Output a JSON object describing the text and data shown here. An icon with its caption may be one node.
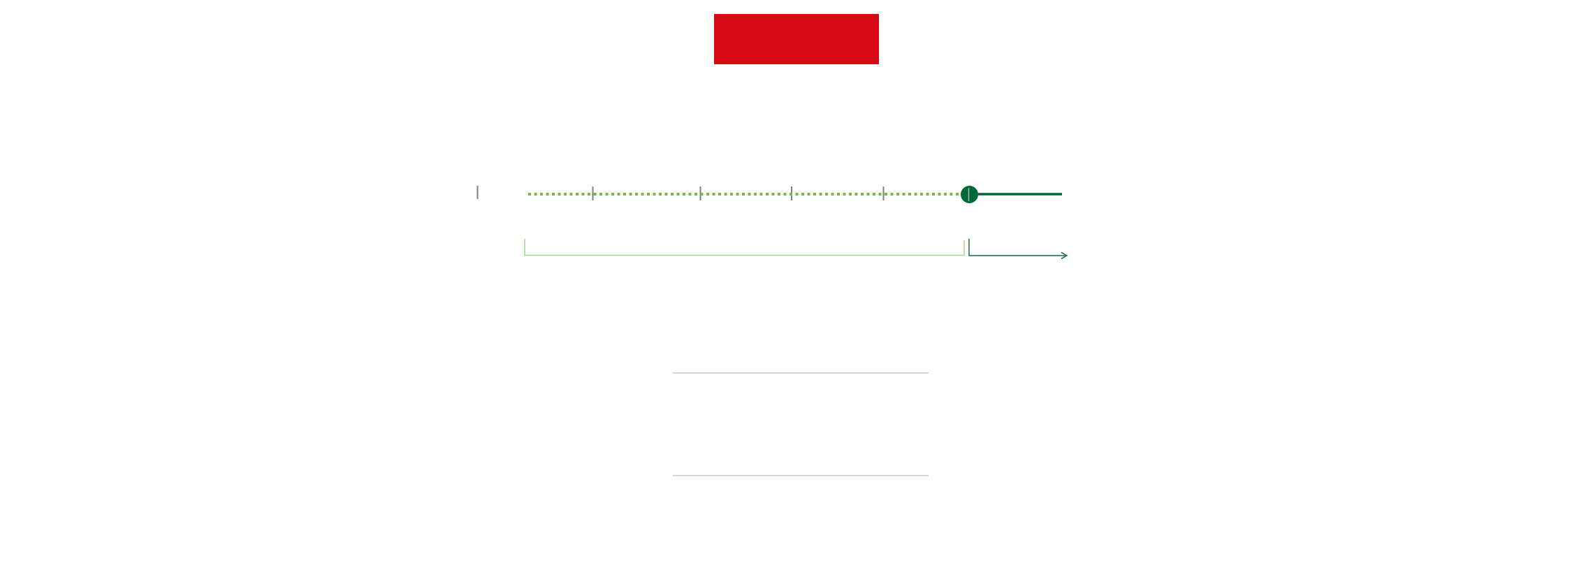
{
  "diagram": {
    "nodes": [
      {
        "text": [],
        "shape": "box"
      },
      {
        "text": [],
        "shape": "circle"
      }
    ],
    "edges": [
      {
        "from": null,
        "to": 1,
        "arrow": "none",
        "style": "dashed",
        "color": "#7ab648"
      },
      {
        "from": 1,
        "to": null,
        "arrow": "none",
        "color": "#006837"
      }
    ]
  }
}
